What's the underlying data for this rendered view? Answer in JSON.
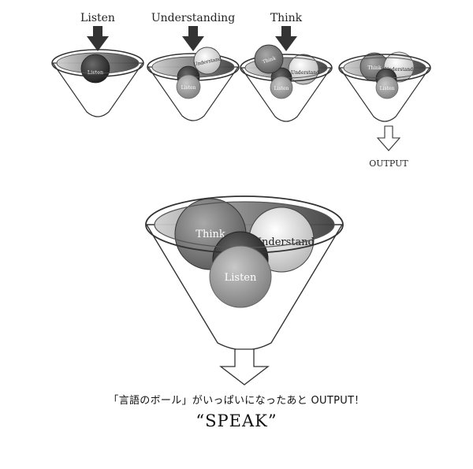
{
  "steps": [
    {
      "label": "Listen"
    },
    {
      "label": "Understanding"
    },
    {
      "label": "Think"
    },
    {
      "label": ""
    }
  ],
  "balls": {
    "listen": "Listen",
    "understand": "Understand",
    "think": "Think"
  },
  "output_label": "OUTPUT",
  "caption": {
    "line": "「言語のボール」がいっぱいになったあと OUTPUT！",
    "speak": "“SPEAK”"
  }
}
